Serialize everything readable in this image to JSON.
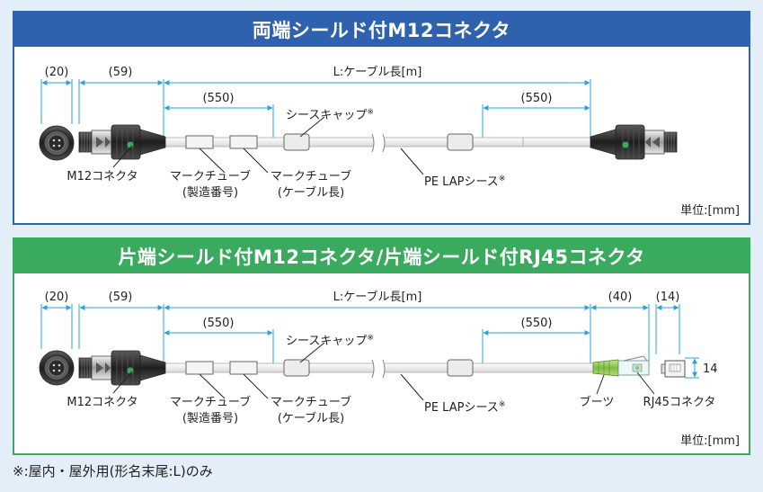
{
  "note_mark": "※",
  "footnote": "※:屋内・屋外用(形名末尾:L)のみ",
  "colors": {
    "blue_header": "#2f62ae",
    "green_header": "#3aab5e",
    "dimension_line": "#29a3d9",
    "background": "#e3eef8",
    "boot_green": "#8fc94e"
  },
  "panel1": {
    "title": "両端シールド付M12コネクタ",
    "dim_20": "(20)",
    "dim_59": "(59)",
    "dim_length": "L:ケーブル長[m]",
    "dim_550_left": "(550)",
    "dim_550_right": "(550)",
    "sheath_cap": "シースキャップ",
    "m12_connector": "M12コネクタ",
    "mark_tube_1": "マークチューブ",
    "mark_tube_1_sub": "(製造番号)",
    "mark_tube_2": "マークチューブ",
    "mark_tube_2_sub": "(ケーブル長)",
    "pe_lap_sheath": "PE LAPシース",
    "unit": "単位:[mm]"
  },
  "panel2": {
    "title": "片端シールド付M12コネクタ/片端シールド付RJ45コネクタ",
    "dim_20": "(20)",
    "dim_59": "(59)",
    "dim_length": "L:ケーブル長[m]",
    "dim_550_left": "(550)",
    "dim_550_right": "(550)",
    "dim_40": "(40)",
    "dim_14": "(14)",
    "dim_14_vertical": "14",
    "sheath_cap": "シースキャップ",
    "m12_connector": "M12コネクタ",
    "mark_tube_1": "マークチューブ",
    "mark_tube_1_sub": "(製造番号)",
    "mark_tube_2": "マークチューブ",
    "mark_tube_2_sub": "(ケーブル長)",
    "pe_lap_sheath": "PE LAPシース",
    "boot": "ブーツ",
    "rj45_connector": "RJ45コネクタ",
    "unit": "単位:[mm]"
  }
}
